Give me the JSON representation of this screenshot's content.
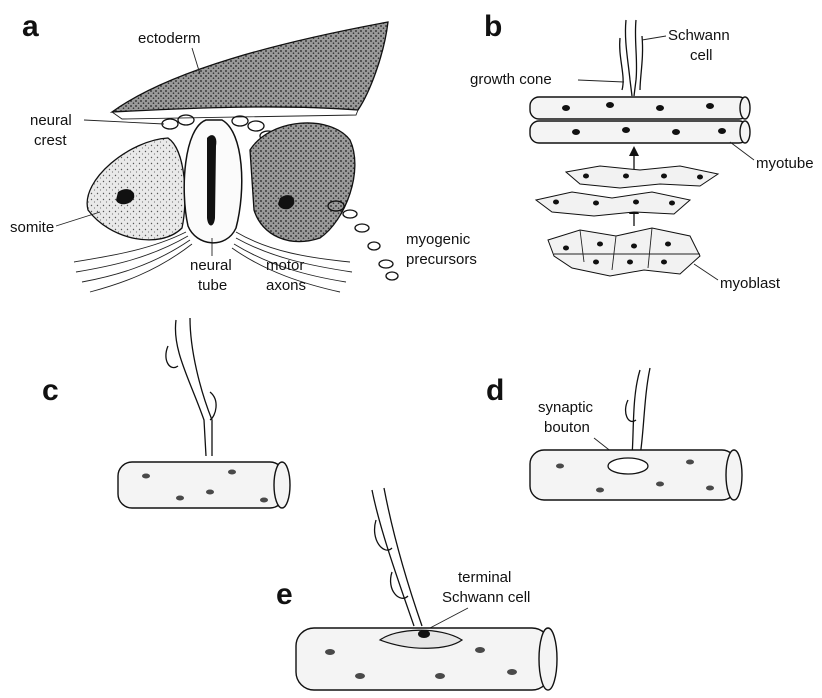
{
  "panels": {
    "a": {
      "letter": "a",
      "labels": {
        "ectoderm": "ectoderm",
        "neural_crest_1": "neural",
        "neural_crest_2": "crest",
        "somite": "somite",
        "neural_tube_1": "neural",
        "neural_tube_2": "tube",
        "motor_axons_1": "motor",
        "motor_axons_2": "axons",
        "myogenic_1": "myogenic",
        "myogenic_2": "precursors"
      }
    },
    "b": {
      "letter": "b",
      "labels": {
        "schwann_1": "Schwann",
        "schwann_2": "cell",
        "growth_cone": "growth  cone",
        "myotube": "myotube",
        "myoblast": "myoblast"
      }
    },
    "c": {
      "letter": "c"
    },
    "d": {
      "letter": "d",
      "labels": {
        "synaptic_1": "synaptic",
        "synaptic_2": "bouton"
      }
    },
    "e": {
      "letter": "e",
      "labels": {
        "terminal_1": "terminal",
        "terminal_2": "Schwann cell"
      }
    }
  }
}
